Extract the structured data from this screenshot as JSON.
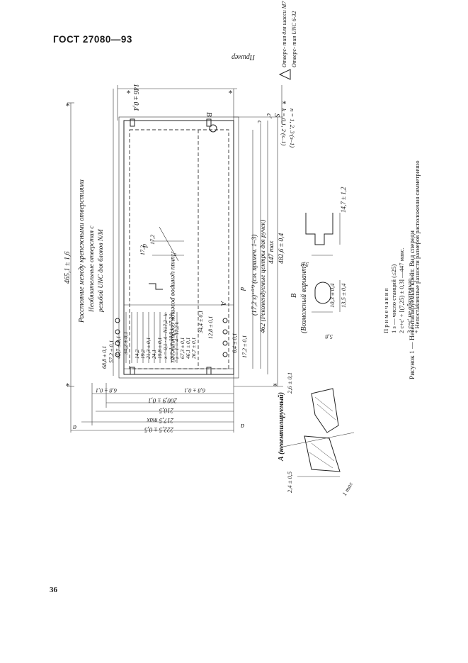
{
  "header": {
    "doc_code": "ГОСТ 27080—93",
    "page_number": "36"
  },
  "labels": {
    "note_example": "Пример",
    "dim_465": "465,1 ± 1,6",
    "mount_holes_text": "Расстояние между крепежными отверстиями",
    "unmandatory_holes_text1": "Необязательные отверстия с",
    "unmandatory_holes_text2": "резьбой UNC для блоков N/M",
    "dim_146": "146 ± 0,4",
    "mark_b": "B",
    "mark_d": "d",
    "mark_a": "A",
    "mark_a_nonventilated": "А (невентилируемый)",
    "dim_68_8": "68,8 ± 0,1",
    "dim_57_2": "57,2 ± 0,1",
    "dim_45_7": "45,7 ± 0,1",
    "dim_34_2": "34,2 ± 0,1",
    "dim_14_2": "14,2",
    "dim_19_2": "19,2",
    "dim_21_3": "21,3 ± 0,1",
    "dim_24_1": "24,1",
    "dim_15_8": "15,8 ± 0,1",
    "dim_x_eq": "x = 0,1 · 4 · N17,2 · k",
    "dim_y_eq": "y = 1 = 10,9 ± 17,2 k",
    "dim_z_eq": "z = 1 = 4 · 17,2 k",
    "dim_67": "67,3 ± 0,1",
    "dim_46_1": "46,1 ± 0,1",
    "dim_26_7": "26,7 ± 0,1",
    "dim_34_4": "34,4 ± 0,1",
    "dim_12_8": "12,8 ± 0,1",
    "dim_6_4": "6,4 ± 0,1",
    "dim_17_2b": "17,2 ± 0,1",
    "dim_17_2": "17,2",
    "dim_17_2c": "17,2",
    "connector_centers": "Линии центров розеток соединителей",
    "dim_17_2s": "(17,2 s)⁺⁰'³ (см. примеч. 1–3)",
    "recommended_handles": "462 (Рекомендуемые центры для ручек)",
    "dim_447": "447 max",
    "dim_482": "482,6 ± 0,4",
    "possible_variant": "(Возможный вариант)",
    "dim_14_7": "14,7 ± 1,2",
    "dim_5_8": "5,8",
    "dim_5_8b": "5,8",
    "dim_10_3": "10,3 ± 0,4",
    "dim_13_5": "13,5 ± 0,4",
    "dim_6_8a": "6,8 ± 0,1",
    "dim_6_8b": "6,8 ± 0,1",
    "dim_200_9": "200,9 ± 0,1",
    "dim_210_5": "210,5",
    "dim_217_5": "217,5 max",
    "dim_222_5": "222,5 ± 0,5",
    "mark_a_letter": "a",
    "dim_2_6": "2,6 ± 0,1",
    "dim_2_4": "2,4 ± 0,5",
    "dim_1_max": "1 max",
    "mark_c": "c",
    "mark_c2": "c'",
    "mark_s": "S",
    "holes_m4": "Отверс- тия для шасси M7",
    "holes_unc": "Отверс- тия UNC 6-32",
    "k_values": "k = 0,1, 2·(s–1)",
    "n_values": "n = 1, 2, 3·(s–1)",
    "star": "*"
  },
  "notes": {
    "title": "Примечания",
    "n1": "1 s — число станций (≤25)",
    "n2": "2 c+c' + [(7,25) ± 0,3] —447 макс.",
    "n3": "3 c=c' не обязательно",
    "star_note": "* Непоставленные разности размеров расположения симметрично"
  },
  "caption": "Рисунок 1 — Невентилируемый крейт. Вид спереди"
}
